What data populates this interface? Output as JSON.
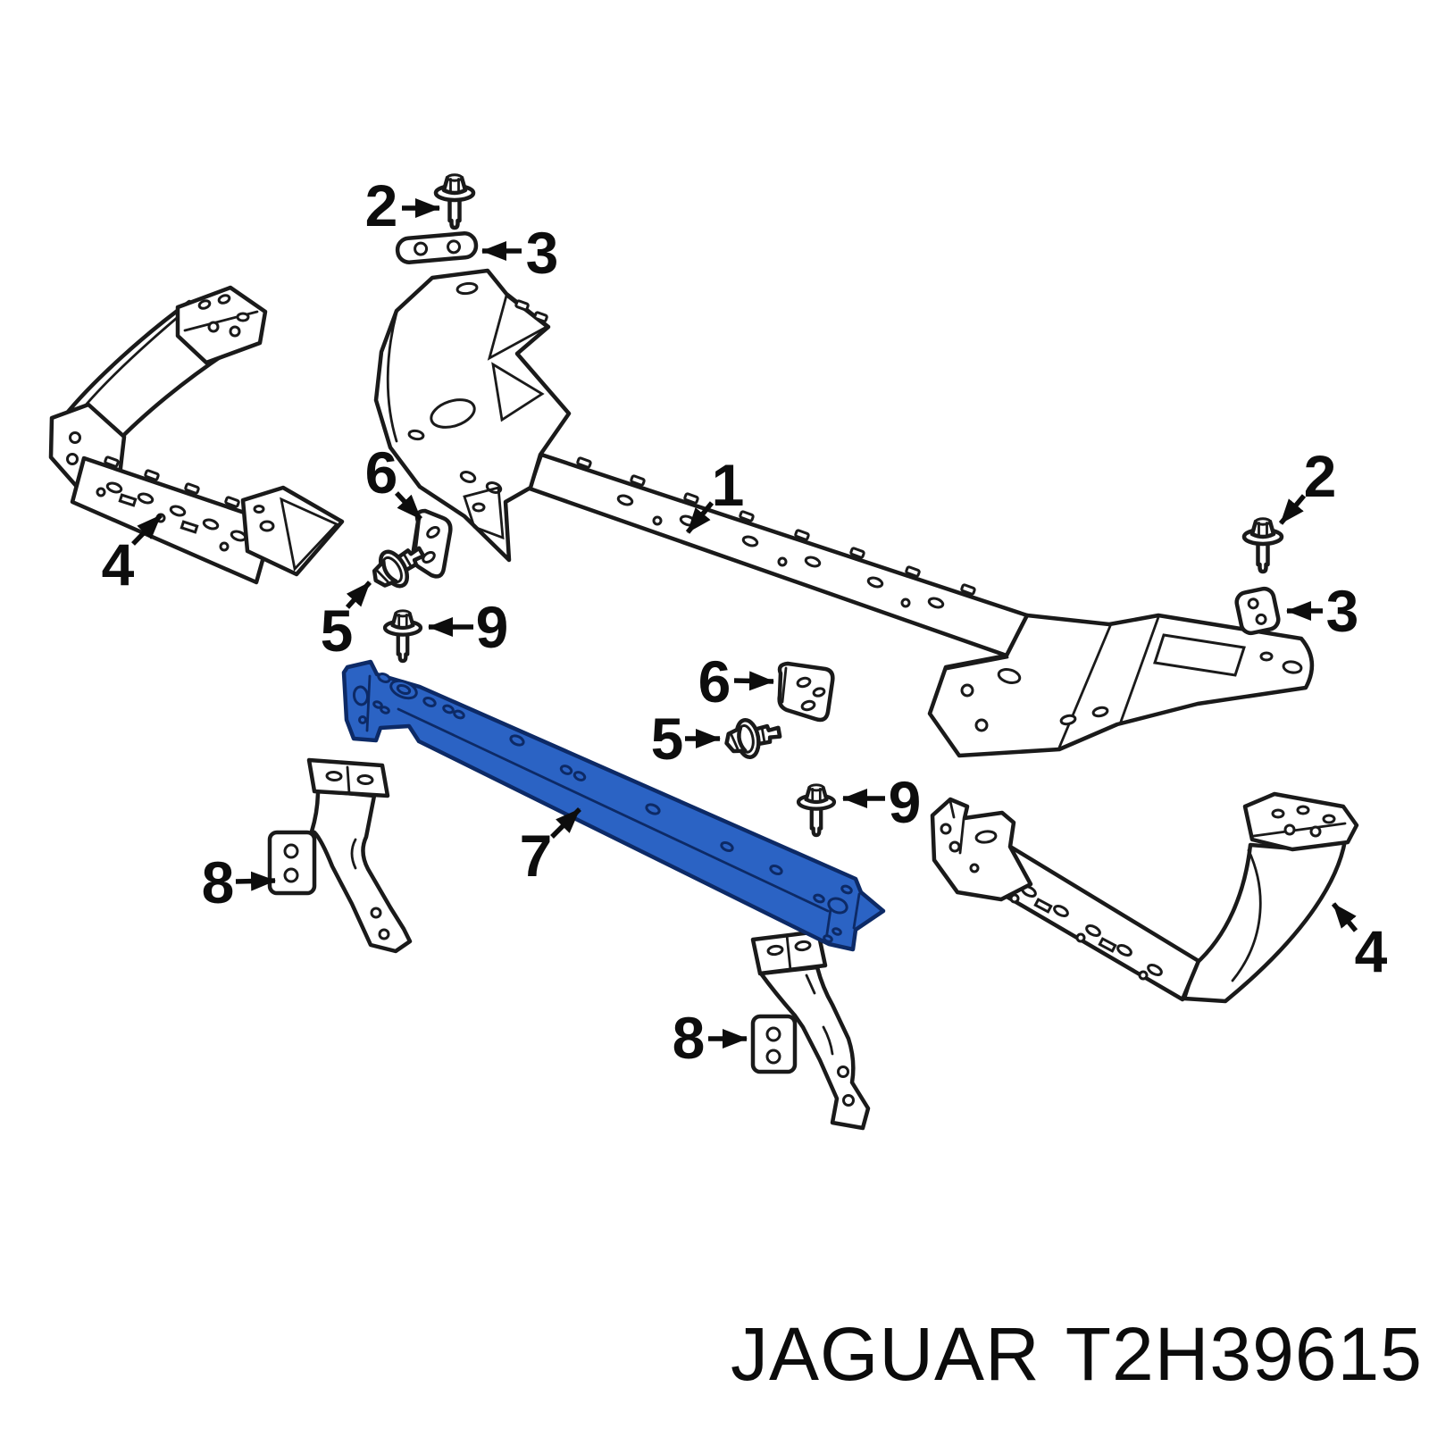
{
  "diagram": {
    "caption": {
      "brand": "JAGUAR",
      "part_number": "T2H39615"
    },
    "colors": {
      "background": "#ffffff",
      "line": "#1a1a1a",
      "text": "#0d0d0d",
      "highlight": "#2b63c4",
      "highlight_outline": "#0d2a66"
    },
    "callouts": {
      "c2_top": {
        "label": "2"
      },
      "c3_top": {
        "label": "3"
      },
      "c1": {
        "label": "1"
      },
      "c4_left": {
        "label": "4"
      },
      "c6_left": {
        "label": "6"
      },
      "c5_left": {
        "label": "5"
      },
      "c9_left": {
        "label": "9"
      },
      "c7": {
        "label": "7"
      },
      "c8_left": {
        "label": "8"
      },
      "c6_center": {
        "label": "6"
      },
      "c5_center": {
        "label": "5"
      },
      "c9_center": {
        "label": "9"
      },
      "c8_center": {
        "label": "8"
      },
      "c2_right": {
        "label": "2"
      },
      "c3_right": {
        "label": "3"
      },
      "c4_right": {
        "label": "4"
      }
    }
  }
}
